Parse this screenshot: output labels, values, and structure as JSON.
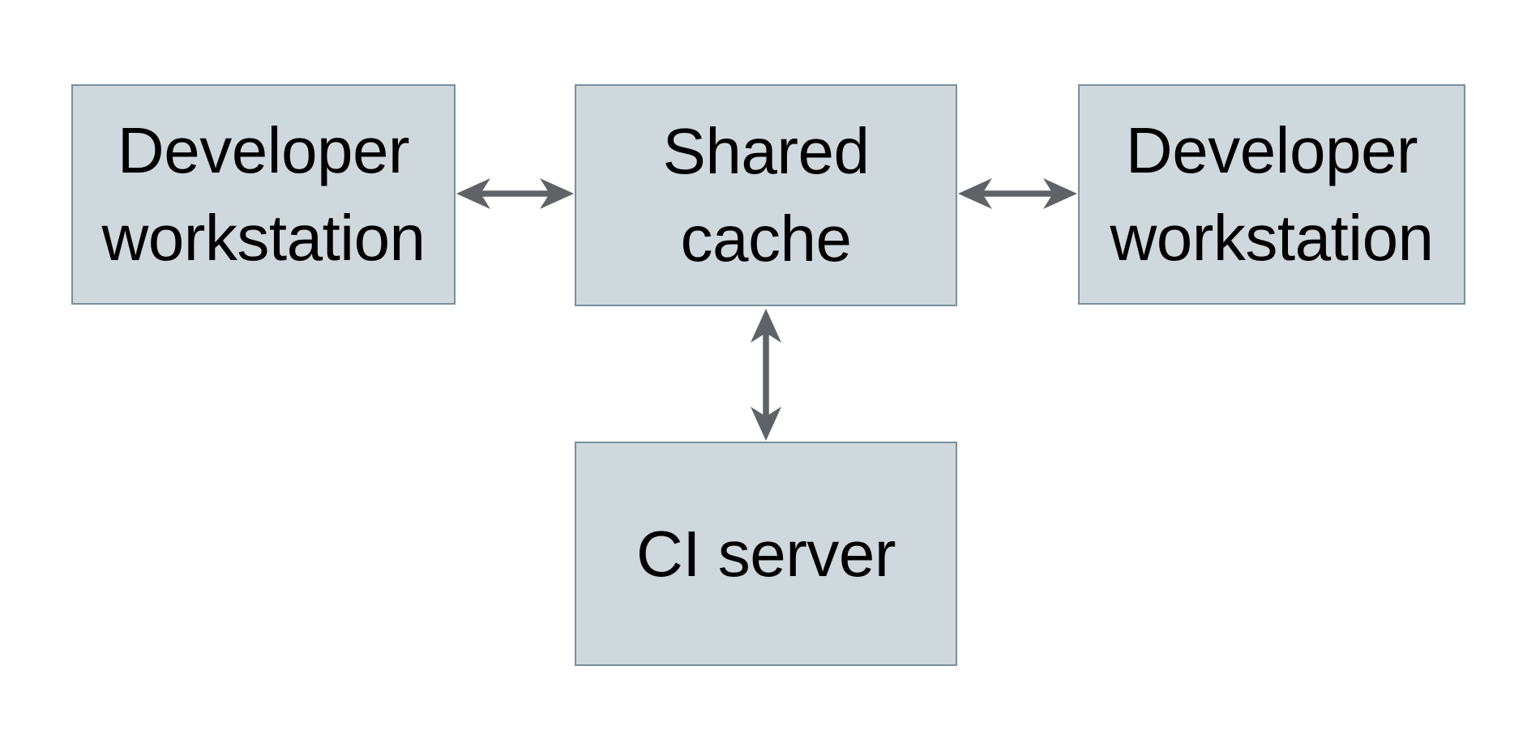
{
  "diagram_type": "architecture-diagram",
  "colors": {
    "background": "#ffffff",
    "box_fill": "#cfd8dc",
    "box_border": "#78909c",
    "arrow": "#5f6368",
    "text": "#000000"
  },
  "nodes": {
    "dev_left": {
      "label": "Developer workstation",
      "line1": "Developer",
      "line2": "workstation"
    },
    "shared_cache": {
      "label": "Shared cache",
      "line1": "Shared",
      "line2": "cache"
    },
    "dev_right": {
      "label": "Developer workstation",
      "line1": "Developer",
      "line2": "workstation"
    },
    "ci_server": {
      "label": "CI server",
      "line1": "CI server"
    }
  },
  "edges": [
    {
      "from": "dev_left",
      "to": "shared_cache",
      "direction": "bidirectional",
      "orientation": "horizontal"
    },
    {
      "from": "shared_cache",
      "to": "dev_right",
      "direction": "bidirectional",
      "orientation": "horizontal"
    },
    {
      "from": "shared_cache",
      "to": "ci_server",
      "direction": "bidirectional",
      "orientation": "vertical"
    }
  ]
}
